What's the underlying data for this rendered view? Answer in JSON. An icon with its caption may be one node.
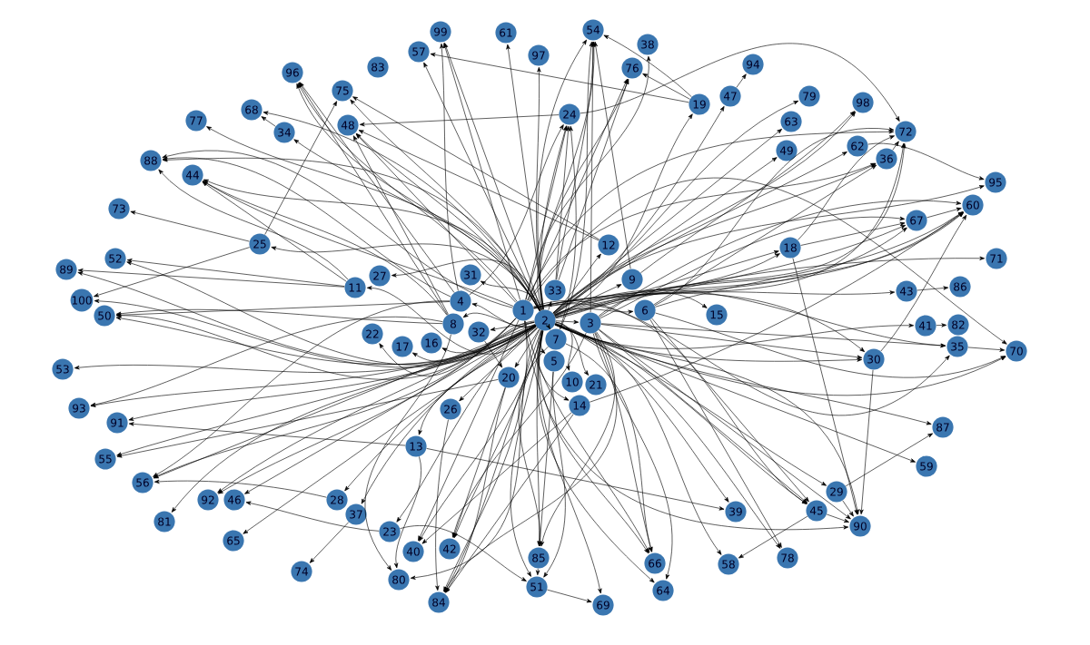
{
  "diagram": {
    "nodes": [
      {
        "text": [
          "1"
        ]
      },
      {
        "text": [
          "2"
        ]
      },
      {
        "text": [
          "3"
        ]
      },
      {
        "text": [
          "4"
        ]
      },
      {
        "text": [
          "5"
        ]
      },
      {
        "text": [
          "6"
        ]
      },
      {
        "text": [
          "7"
        ]
      },
      {
        "text": [
          "8"
        ]
      },
      {
        "text": [
          "9"
        ]
      },
      {
        "text": [
          "10"
        ]
      },
      {
        "text": [
          "11"
        ]
      },
      {
        "text": [
          "12"
        ]
      },
      {
        "text": [
          "13"
        ]
      },
      {
        "text": [
          "14"
        ]
      },
      {
        "text": [
          "15"
        ]
      },
      {
        "text": [
          "16"
        ]
      },
      {
        "text": [
          "17"
        ]
      },
      {
        "text": [
          "18"
        ]
      },
      {
        "text": [
          "19"
        ]
      },
      {
        "text": [
          "20"
        ]
      },
      {
        "text": [
          "21"
        ]
      },
      {
        "text": [
          "22"
        ]
      },
      {
        "text": [
          "23"
        ]
      },
      {
        "text": [
          "24"
        ]
      },
      {
        "text": [
          "25"
        ]
      },
      {
        "text": [
          "26"
        ]
      },
      {
        "text": [
          "27"
        ]
      },
      {
        "text": [
          "28"
        ]
      },
      {
        "text": [
          "29"
        ]
      },
      {
        "text": [
          "30"
        ]
      },
      {
        "text": [
          "31"
        ]
      },
      {
        "text": [
          "32"
        ]
      },
      {
        "text": [
          "33"
        ]
      },
      {
        "text": [
          "34"
        ]
      },
      {
        "text": [
          "35"
        ]
      },
      {
        "text": [
          "36"
        ]
      },
      {
        "text": [
          "37"
        ]
      },
      {
        "text": [
          "38"
        ]
      },
      {
        "text": [
          "39"
        ]
      },
      {
        "text": [
          "40"
        ]
      },
      {
        "text": [
          "41"
        ]
      },
      {
        "text": [
          "42"
        ]
      },
      {
        "text": [
          "43"
        ]
      },
      {
        "text": [
          "44"
        ]
      },
      {
        "text": [
          "45"
        ]
      },
      {
        "text": [
          "46"
        ]
      },
      {
        "text": [
          "47"
        ]
      },
      {
        "text": [
          "48"
        ]
      },
      {
        "text": [
          "49"
        ]
      },
      {
        "text": [
          "50"
        ]
      },
      {
        "text": [
          "51"
        ]
      },
      {
        "text": [
          "52"
        ]
      },
      {
        "text": [
          "53"
        ]
      },
      {
        "text": [
          "54"
        ]
      },
      {
        "text": [
          "55"
        ]
      },
      {
        "text": [
          "56"
        ]
      },
      {
        "text": [
          "57"
        ]
      },
      {
        "text": [
          "58"
        ]
      },
      {
        "text": [
          "59"
        ]
      },
      {
        "text": [
          "60"
        ]
      },
      {
        "text": [
          "61"
        ]
      },
      {
        "text": [
          "62"
        ]
      },
      {
        "text": [
          "63"
        ]
      },
      {
        "text": [
          "64"
        ]
      },
      {
        "text": [
          "65"
        ]
      },
      {
        "text": [
          "66"
        ]
      },
      {
        "text": [
          "67"
        ]
      },
      {
        "text": [
          "68"
        ]
      },
      {
        "text": [
          "69"
        ]
      },
      {
        "text": [
          "70"
        ]
      },
      {
        "text": [
          "71"
        ]
      },
      {
        "text": [
          "72"
        ]
      },
      {
        "text": [
          "73"
        ]
      },
      {
        "text": [
          "74"
        ]
      },
      {
        "text": [
          "75"
        ]
      },
      {
        "text": [
          "76"
        ]
      },
      {
        "text": [
          "77"
        ]
      },
      {
        "text": [
          "78"
        ]
      },
      {
        "text": [
          "79"
        ]
      },
      {
        "text": [
          "80"
        ]
      },
      {
        "text": [
          "81"
        ]
      },
      {
        "text": [
          "82"
        ]
      },
      {
        "text": [
          "83"
        ]
      },
      {
        "text": [
          "84"
        ]
      },
      {
        "text": [
          "85"
        ]
      },
      {
        "text": [
          "86"
        ]
      },
      {
        "text": [
          "87"
        ]
      },
      {
        "text": [
          "88"
        ]
      },
      {
        "text": [
          "89"
        ]
      },
      {
        "text": [
          "90"
        ]
      },
      {
        "text": [
          "91"
        ]
      },
      {
        "text": [
          "92"
        ]
      },
      {
        "text": [
          "93"
        ]
      },
      {
        "text": [
          "94"
        ]
      },
      {
        "text": [
          "95"
        ]
      },
      {
        "text": [
          "96"
        ]
      },
      {
        "text": [
          "97"
        ]
      },
      {
        "text": [
          "98"
        ]
      },
      {
        "text": [
          "99"
        ]
      },
      {
        "text": [
          "100"
        ]
      }
    ],
    "edges": [
      {
        "from": 1,
        "to": 2,
        "arrow": "to"
      },
      {
        "from": 1,
        "to": 3,
        "arrow": "to"
      },
      {
        "from": 1,
        "to": 5,
        "arrow": "to"
      },
      {
        "from": 1,
        "to": 6,
        "arrow": "to"
      },
      {
        "from": 1,
        "to": 7,
        "arrow": "to"
      },
      {
        "from": 1,
        "to": 4,
        "arrow": "to"
      },
      {
        "from": 1,
        "to": 32,
        "arrow": "to"
      },
      {
        "from": 1,
        "to": 31,
        "arrow": "to"
      },
      {
        "from": 1,
        "to": 19,
        "arrow": "to"
      },
      {
        "from": 1,
        "to": 9,
        "arrow": "to"
      },
      {
        "from": 1,
        "to": 13,
        "arrow": "to"
      },
      {
        "from": 1,
        "to": 20,
        "arrow": "to"
      },
      {
        "from": 1,
        "to": 8,
        "arrow": "to"
      },
      {
        "from": 1,
        "to": 11,
        "arrow": "to"
      },
      {
        "from": 1,
        "to": 14,
        "arrow": "to"
      },
      {
        "from": 1,
        "to": 30,
        "arrow": "to"
      },
      {
        "from": 1,
        "to": 26,
        "arrow": "to"
      },
      {
        "from": 1,
        "to": 10,
        "arrow": "to"
      },
      {
        "from": 1,
        "to": 21,
        "arrow": "to"
      },
      {
        "from": 1,
        "to": 16,
        "arrow": "to"
      },
      {
        "from": 1,
        "to": 15,
        "arrow": "to"
      },
      {
        "from": 1,
        "to": 25,
        "arrow": "to"
      },
      {
        "from": 1,
        "to": 12,
        "arrow": "to"
      },
      {
        "from": 1,
        "to": 24,
        "arrow": "to"
      },
      {
        "from": 1,
        "to": 17,
        "arrow": "to"
      },
      {
        "from": 1,
        "to": 42,
        "arrow": "to"
      },
      {
        "from": 1,
        "to": 40,
        "arrow": "to"
      },
      {
        "from": 1,
        "to": 34,
        "arrow": "to"
      },
      {
        "from": 1,
        "to": 29,
        "arrow": "to"
      },
      {
        "from": 1,
        "to": 86,
        "arrow": "to"
      },
      {
        "from": 1,
        "to": 28,
        "arrow": "to"
      },
      {
        "from": 1,
        "to": 44,
        "arrow": "to"
      },
      {
        "from": 1,
        "to": 89,
        "arrow": "to"
      },
      {
        "from": 1,
        "to": 77,
        "arrow": "to"
      },
      {
        "from": 1,
        "to": 38,
        "arrow": "to"
      },
      {
        "from": 1,
        "to": 65,
        "arrow": "to"
      },
      {
        "from": 1,
        "to": 63,
        "arrow": "to"
      },
      {
        "from": 1,
        "to": 68,
        "arrow": "to"
      },
      {
        "from": 1,
        "to": 50,
        "arrow": "to"
      },
      {
        "from": 1,
        "to": 84,
        "arrow": "to"
      },
      {
        "from": 1,
        "to": 41,
        "arrow": "to"
      },
      {
        "from": 1,
        "to": 39,
        "arrow": "to"
      },
      {
        "from": 1,
        "to": 79,
        "arrow": "to"
      },
      {
        "from": 1,
        "to": 83,
        "arrow": "to"
      },
      {
        "from": 1,
        "to": 27,
        "arrow": "to"
      },
      {
        "from": 1,
        "to": 36,
        "arrow": "to"
      },
      {
        "from": 1,
        "to": 45,
        "arrow": "to"
      },
      {
        "from": 1,
        "to": 91,
        "arrow": "to"
      },
      {
        "from": 1,
        "to": 80,
        "arrow": "to"
      },
      {
        "from": 1,
        "to": 55,
        "arrow": "to"
      },
      {
        "from": 1,
        "to": 54,
        "arrow": "to"
      },
      {
        "from": 1,
        "to": 90,
        "arrow": "to"
      },
      {
        "from": 1,
        "to": 92,
        "arrow": "to"
      },
      {
        "from": 1,
        "to": 52,
        "arrow": "to"
      },
      {
        "from": 1,
        "to": 49,
        "arrow": "to"
      },
      {
        "from": 1,
        "to": 99,
        "arrow": "to"
      },
      {
        "from": 1,
        "to": 51,
        "arrow": "to"
      },
      {
        "from": 1,
        "to": 88,
        "arrow": "to"
      },
      {
        "from": 1,
        "to": 87,
        "arrow": "to"
      },
      {
        "from": 1,
        "to": 43,
        "arrow": "to"
      },
      {
        "from": 1,
        "to": 76,
        "arrow": "to"
      },
      {
        "from": 1,
        "to": 67,
        "arrow": "to"
      },
      {
        "from": 1,
        "to": 33,
        "arrow": "to"
      },
      {
        "from": 1,
        "to": 95,
        "arrow": "to"
      },
      {
        "from": 1,
        "to": 74,
        "arrow": "to"
      },
      {
        "from": 1,
        "to": 47,
        "arrow": "to"
      },
      {
        "from": 1,
        "to": 56,
        "arrow": "to"
      },
      {
        "from": 1,
        "to": 98,
        "arrow": "to"
      },
      {
        "from": 1,
        "to": 60,
        "arrow": "to"
      },
      {
        "from": 1,
        "to": 96,
        "arrow": "to"
      },
      {
        "from": 1,
        "to": 53,
        "arrow": "to"
      },
      {
        "from": 1,
        "to": 75,
        "arrow": "to"
      },
      {
        "from": 1,
        "to": 23,
        "arrow": "to"
      },
      {
        "from": 1,
        "to": 46,
        "arrow": "to"
      },
      {
        "from": 1,
        "to": 62,
        "arrow": "to"
      },
      {
        "from": 1,
        "to": 97,
        "arrow": "to"
      },
      {
        "from": 1,
        "to": 48,
        "arrow": "to"
      },
      {
        "from": 1,
        "to": 61,
        "arrow": "to"
      },
      {
        "from": 1,
        "to": 71,
        "arrow": "to"
      },
      {
        "from": 1,
        "to": 35,
        "arrow": "to"
      },
      {
        "from": 1,
        "to": 94,
        "arrow": "to"
      },
      {
        "from": 1,
        "to": 59,
        "arrow": "to"
      },
      {
        "from": 1,
        "to": 66,
        "arrow": "to"
      },
      {
        "from": 1,
        "to": 70,
        "arrow": "to"
      },
      {
        "from": 1,
        "to": 69,
        "arrow": "to"
      },
      {
        "from": 1,
        "to": 57,
        "arrow": "to"
      },
      {
        "from": 1,
        "to": 58,
        "arrow": "to"
      },
      {
        "from": 1,
        "to": 64,
        "arrow": "to"
      },
      {
        "from": 1,
        "to": 22,
        "arrow": "to"
      },
      {
        "from": 1,
        "to": 18,
        "arrow": "to"
      },
      {
        "from": 1,
        "to": 78,
        "arrow": "to"
      },
      {
        "from": 1,
        "to": 37,
        "arrow": "to"
      },
      {
        "from": 0,
        "to": 43,
        "arrow": "to"
      },
      {
        "from": 0,
        "to": 87,
        "arrow": "to"
      },
      {
        "from": 0,
        "to": 49,
        "arrow": "to"
      },
      {
        "from": 0,
        "to": 35,
        "arrow": "to"
      },
      {
        "from": 0,
        "to": 71,
        "arrow": "to"
      },
      {
        "from": 0,
        "to": 59,
        "arrow": "to"
      },
      {
        "from": 0,
        "to": 66,
        "arrow": "to"
      },
      {
        "from": 0,
        "to": 98,
        "arrow": "to"
      },
      {
        "from": 0,
        "to": 95,
        "arrow": "to"
      },
      {
        "from": 0,
        "to": 47,
        "arrow": "to"
      },
      {
        "from": 0,
        "to": 53,
        "arrow": "to"
      },
      {
        "from": 0,
        "to": 83,
        "arrow": "to"
      },
      {
        "from": 0,
        "to": 39,
        "arrow": "to"
      },
      {
        "from": 0,
        "to": 65,
        "arrow": "to"
      },
      {
        "from": 0,
        "to": 44,
        "arrow": "to"
      },
      {
        "from": 0,
        "to": 89,
        "arrow": "to"
      },
      {
        "from": 0,
        "to": 69,
        "arrow": "to"
      },
      {
        "from": 0,
        "to": 34,
        "arrow": "to"
      },
      {
        "from": 0,
        "to": 29,
        "arrow": "to"
      },
      {
        "from": 0,
        "to": 17,
        "arrow": "to"
      },
      {
        "from": 0,
        "to": 23,
        "arrow": "to"
      },
      {
        "from": 0,
        "to": 75,
        "arrow": "to"
      },
      {
        "from": 0,
        "to": 55,
        "arrow": "to"
      },
      {
        "from": 0,
        "to": 91,
        "arrow": "to"
      },
      {
        "from": 2,
        "to": 53,
        "arrow": "to"
      },
      {
        "from": 2,
        "to": 65,
        "arrow": "to"
      },
      {
        "from": 2,
        "to": 63,
        "arrow": "to"
      },
      {
        "from": 2,
        "to": 89,
        "arrow": "to"
      },
      {
        "from": 2,
        "to": 44,
        "arrow": "to"
      },
      {
        "from": 2,
        "to": 71,
        "arrow": "to"
      },
      {
        "from": 2,
        "to": 59,
        "arrow": "to"
      },
      {
        "from": 2,
        "to": 66,
        "arrow": "to"
      },
      {
        "from": 2,
        "to": 29,
        "arrow": "to"
      },
      {
        "from": 2,
        "to": 34,
        "arrow": "to"
      },
      {
        "from": 2,
        "to": 83,
        "arrow": "to"
      },
      {
        "from": 2,
        "to": 41,
        "arrow": "to"
      },
      {
        "from": 2,
        "to": 84,
        "arrow": "to"
      },
      {
        "from": 3,
        "to": 23,
        "arrow": "to"
      },
      {
        "from": 3,
        "to": 98,
        "arrow": "to"
      },
      {
        "from": 3,
        "to": 95,
        "arrow": "to"
      },
      {
        "from": 3,
        "to": 87,
        "arrow": "to"
      },
      {
        "from": 3,
        "to": 49,
        "arrow": "to"
      },
      {
        "from": 3,
        "to": 55,
        "arrow": "to"
      },
      {
        "from": 5,
        "to": 59,
        "arrow": "to"
      },
      {
        "from": 5,
        "to": 69,
        "arrow": "to"
      },
      {
        "from": 5,
        "to": 35,
        "arrow": "to"
      },
      {
        "from": 5,
        "to": 71,
        "arrow": "to"
      },
      {
        "from": 5,
        "to": 44,
        "arrow": "to"
      },
      {
        "from": 5,
        "to": 77,
        "arrow": "to"
      },
      {
        "from": 7,
        "to": 43,
        "arrow": "to"
      },
      {
        "from": 7,
        "to": 49,
        "arrow": "to"
      },
      {
        "from": 7,
        "to": 95,
        "arrow": "to"
      },
      {
        "from": 7,
        "to": 47,
        "arrow": "to"
      },
      {
        "from": 7,
        "to": 92,
        "arrow": "to"
      },
      {
        "from": 7,
        "to": 79,
        "arrow": "to"
      },
      {
        "from": 6,
        "to": 84,
        "arrow": "to"
      },
      {
        "from": 6,
        "to": 65,
        "arrow": "to"
      },
      {
        "from": 6,
        "to": 23,
        "arrow": "to"
      },
      {
        "from": 6,
        "to": 53,
        "arrow": "to"
      },
      {
        "from": 32,
        "to": 23,
        "arrow": "to"
      },
      {
        "from": 32,
        "to": 53,
        "arrow": "to"
      },
      {
        "from": 32,
        "to": 75,
        "arrow": "to"
      },
      {
        "from": 19,
        "to": 83,
        "arrow": "to"
      },
      {
        "from": 19,
        "to": 41,
        "arrow": "to"
      },
      {
        "from": 19,
        "to": 54,
        "arrow": "to"
      },
      {
        "from": 13,
        "to": 83,
        "arrow": "to"
      },
      {
        "from": 13,
        "to": 39,
        "arrow": "to"
      },
      {
        "from": 13,
        "to": 59,
        "arrow": "to"
      },
      {
        "from": 4,
        "to": 50,
        "arrow": "to"
      },
      {
        "from": 4,
        "to": 84,
        "arrow": "to"
      },
      {
        "from": 8,
        "to": 53,
        "arrow": "to"
      },
      {
        "from": 8,
        "to": 97,
        "arrow": "to"
      },
      {
        "from": 11,
        "to": 47,
        "arrow": "to"
      },
      {
        "from": 11,
        "to": 74,
        "arrow": "to"
      },
      {
        "from": 18,
        "to": 75,
        "arrow": "to"
      },
      {
        "from": 18,
        "to": 53,
        "arrow": "to"
      },
      {
        "from": 18,
        "to": 56,
        "arrow": "to"
      },
      {
        "from": 46,
        "to": 93,
        "arrow": "to"
      },
      {
        "from": 42,
        "to": 85,
        "arrow": "to"
      },
      {
        "from": 40,
        "to": 81,
        "arrow": "to"
      },
      {
        "from": 34,
        "to": 69,
        "arrow": "to"
      },
      {
        "from": 29,
        "to": 89,
        "arrow": "to"
      },
      {
        "from": 29,
        "to": 59,
        "arrow": "to"
      },
      {
        "from": 28,
        "to": 86,
        "arrow": "to"
      },
      {
        "from": 28,
        "to": 89,
        "arrow": "to"
      },
      {
        "from": 44,
        "to": 57,
        "arrow": "to"
      },
      {
        "from": 44,
        "to": 89,
        "arrow": "to"
      },
      {
        "from": 61,
        "to": 94,
        "arrow": "to"
      },
      {
        "from": 23,
        "to": 47,
        "arrow": "to"
      },
      {
        "from": 23,
        "to": 71,
        "arrow": "to"
      },
      {
        "from": 24,
        "to": 72,
        "arrow": "to"
      },
      {
        "from": 24,
        "to": 99,
        "arrow": "to"
      },
      {
        "from": 24,
        "to": 74,
        "arrow": "to"
      },
      {
        "from": 10,
        "to": 88,
        "arrow": "to"
      },
      {
        "from": 10,
        "to": 51,
        "arrow": "to"
      },
      {
        "from": 10,
        "to": 87,
        "arrow": "to"
      },
      {
        "from": 10,
        "to": 43,
        "arrow": "to"
      },
      {
        "from": 33,
        "to": 67,
        "arrow": "to"
      },
      {
        "from": 36,
        "to": 73,
        "arrow": "to"
      },
      {
        "from": 27,
        "to": 55,
        "arrow": "to"
      },
      {
        "from": 22,
        "to": 45,
        "arrow": "to"
      },
      {
        "from": 22,
        "to": 50,
        "arrow": "to"
      },
      {
        "from": 50,
        "to": 68,
        "arrow": "to"
      },
      {
        "from": 84,
        "to": 50,
        "arrow": "to"
      },
      {
        "from": 12,
        "to": 90,
        "arrow": "to"
      },
      {
        "from": 12,
        "to": 38,
        "arrow": "to"
      },
      {
        "from": 12,
        "to": 79,
        "arrow": "to"
      },
      {
        "from": 17,
        "to": 89,
        "arrow": "to"
      },
      {
        "from": 17,
        "to": 71,
        "arrow": "to"
      },
      {
        "from": 35,
        "to": 71,
        "arrow": "to"
      },
      {
        "from": 66,
        "to": 59,
        "arrow": "to"
      },
      {
        "from": 17,
        "to": 66,
        "arrow": "to"
      },
      {
        "from": 25,
        "to": 83,
        "arrow": "to"
      },
      {
        "from": 31,
        "to": 19,
        "arrow": "to"
      }
    ]
  }
}
